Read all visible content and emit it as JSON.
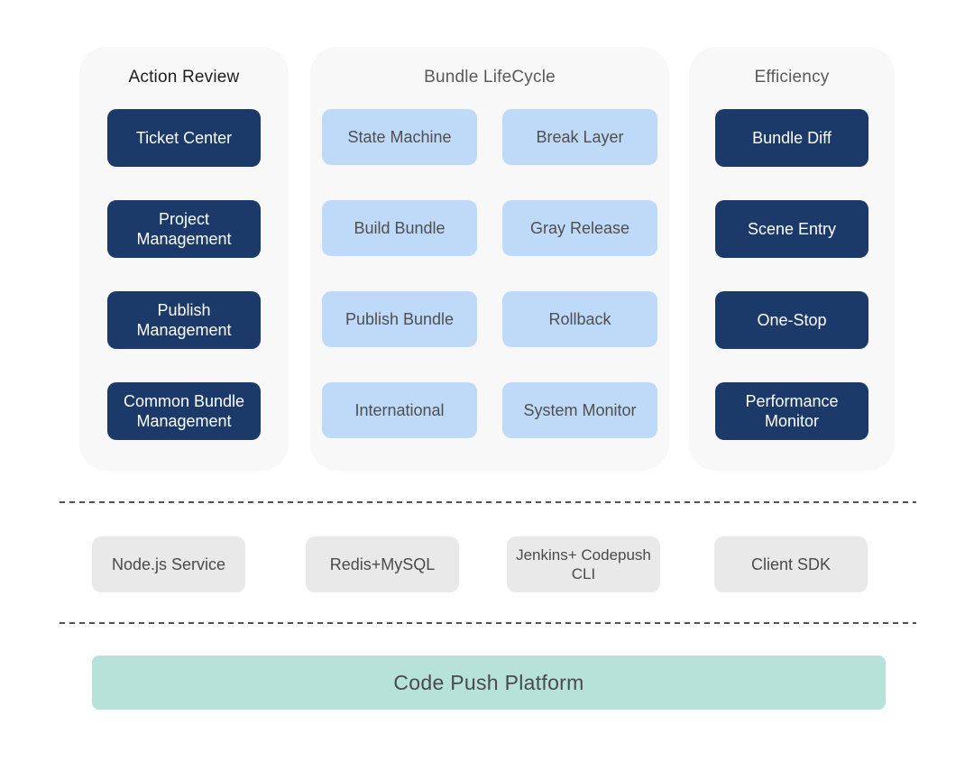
{
  "columns": [
    {
      "title": "Action Review",
      "style": "dark",
      "items": [
        "Ticket Center",
        "Project Management",
        "Publish Management",
        "Common Bundle Management"
      ]
    },
    {
      "title": "Bundle LifeCycle",
      "style": "light",
      "items": [
        "State Machine",
        "Break Layer",
        "Build Bundle",
        "Gray Release",
        "Publish Bundle",
        "Rollback",
        "International",
        "System Monitor"
      ]
    },
    {
      "title": "Efficiency",
      "style": "dark",
      "items": [
        "Bundle Diff",
        "Scene Entry",
        "One-Stop",
        "Performance Monitor"
      ]
    }
  ],
  "infrastructure": {
    "items": [
      "Node.js Service",
      "Redis+MySQL",
      "Jenkins+ Codepush CLI",
      "Client SDK"
    ]
  },
  "platform": {
    "label": "Code Push Platform"
  },
  "colors": {
    "panel_bg": "#f8f8f8",
    "dark_button": "#1b3a69",
    "dark_button_text": "#ffffff",
    "light_button": "#bedaf8",
    "light_button_text": "#4f4f4f",
    "infra_box": "#e9e9ea",
    "platform_bar": "#b6e2da",
    "dashed_line": "#515151",
    "title_primary": "#1f1f1f",
    "title_secondary": "#5a5a5a"
  }
}
